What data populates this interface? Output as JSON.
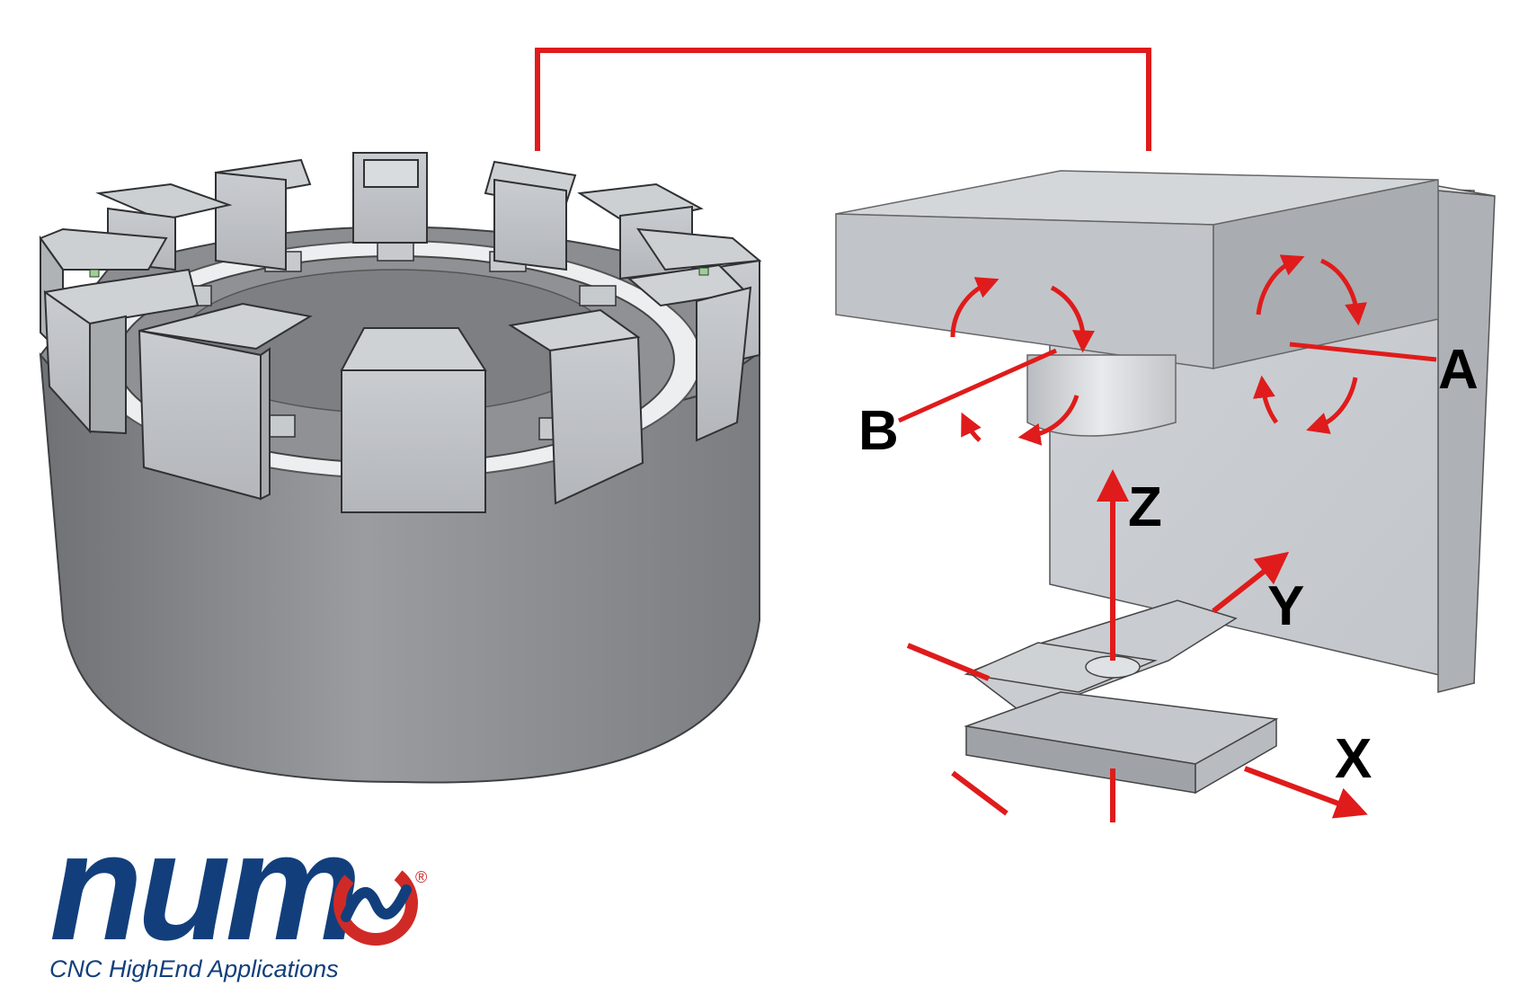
{
  "axes": {
    "A": "A",
    "B": "B",
    "X": "X",
    "Y": "Y",
    "Z": "Z"
  },
  "logo": {
    "word": "num",
    "tagline": "CNC HighEnd Applications",
    "registered": "®"
  },
  "colors": {
    "accent": "#e01b1b",
    "brand": "#123f7c",
    "steel": "#b8bcc0",
    "housing": "#8e9094"
  }
}
